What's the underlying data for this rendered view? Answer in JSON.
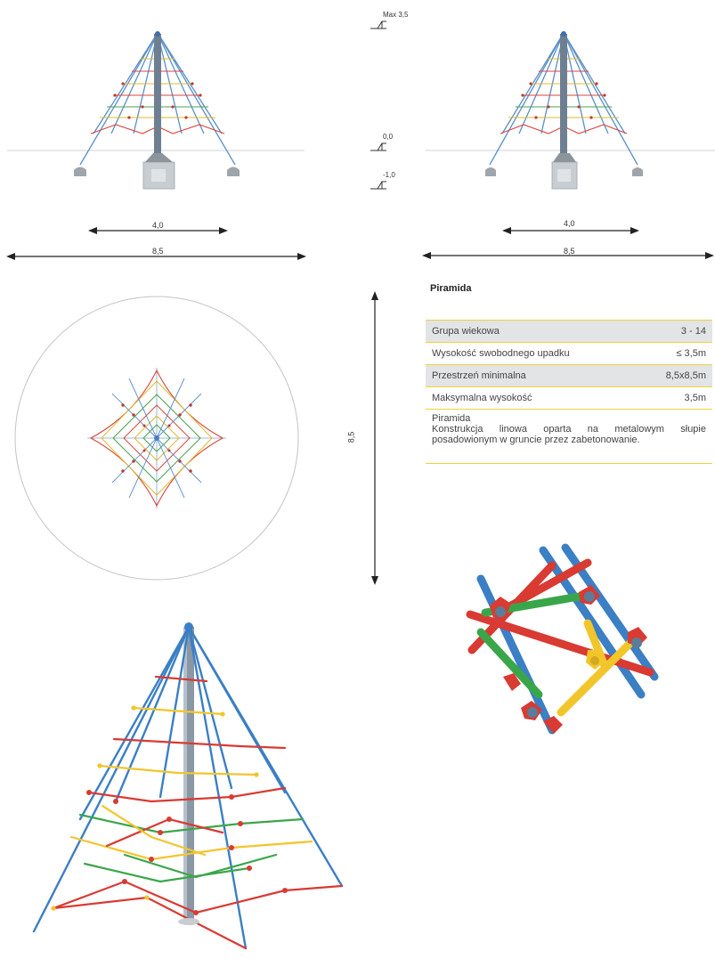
{
  "elevations": {
    "max": "Max 3,5",
    "zero": "0,0",
    "minus": "-1,0"
  },
  "dims": {
    "base": "4,0",
    "total": "8,5",
    "plan": "8,5"
  },
  "spec": {
    "title": "Piramida",
    "rows": [
      {
        "label": "Grupa wiekowa",
        "value": "3 - 14"
      },
      {
        "label": "Wysokość swobodnego upadku",
        "value": "≤ 3,5m"
      },
      {
        "label": "Przestrzeń minimalna",
        "value": "8,5x8,5m"
      },
      {
        "label": "Maksymalna wysokość",
        "value": "3,5m"
      }
    ],
    "desc_title": "Piramida",
    "desc_text": "Konstrukcja linowa oparta na metalowym słupie posadowionym w gruncie przez zabetonowanie."
  },
  "colors": {
    "rope_red": "#d93a32",
    "rope_yellow": "#f2c52b",
    "rope_green": "#3aa64a",
    "rope_blue": "#3b7fc4",
    "pole": "#7d8c9c",
    "rule": "#f0d23a"
  }
}
